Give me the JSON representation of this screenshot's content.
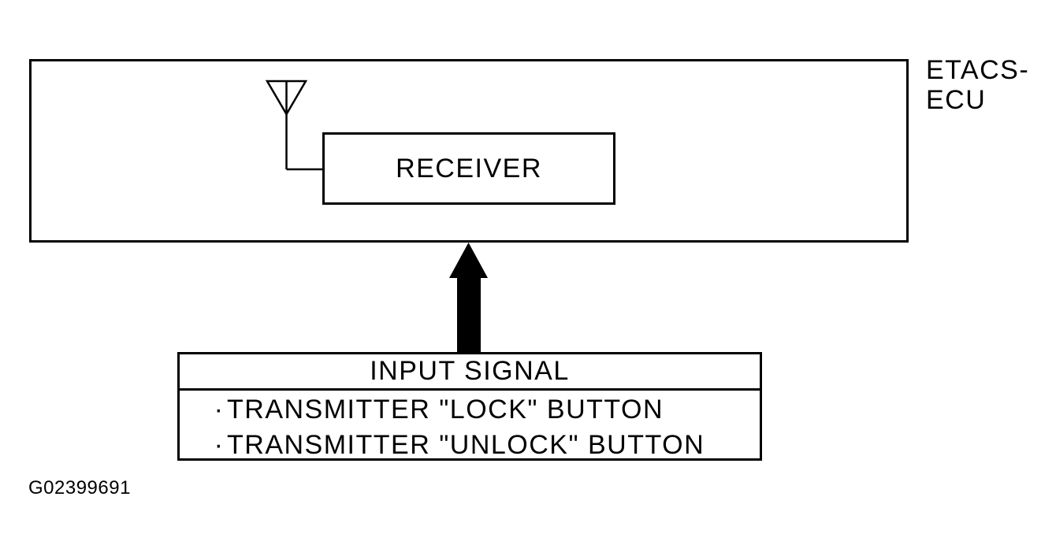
{
  "diagram": {
    "ecu": {
      "label_line1": "ETACS-",
      "label_line2": "ECU"
    },
    "receiver": {
      "label": "RECEIVER"
    },
    "input_signal": {
      "title": "INPUT SIGNAL",
      "bullet": "·",
      "items": [
        "TRANSMITTER \"LOCK\" BUTTON",
        "TRANSMITTER \"UNLOCK\" BUTTON"
      ]
    },
    "figure_id": "G02399691",
    "colors": {
      "ink": "#000000",
      "background": "#ffffff"
    }
  }
}
